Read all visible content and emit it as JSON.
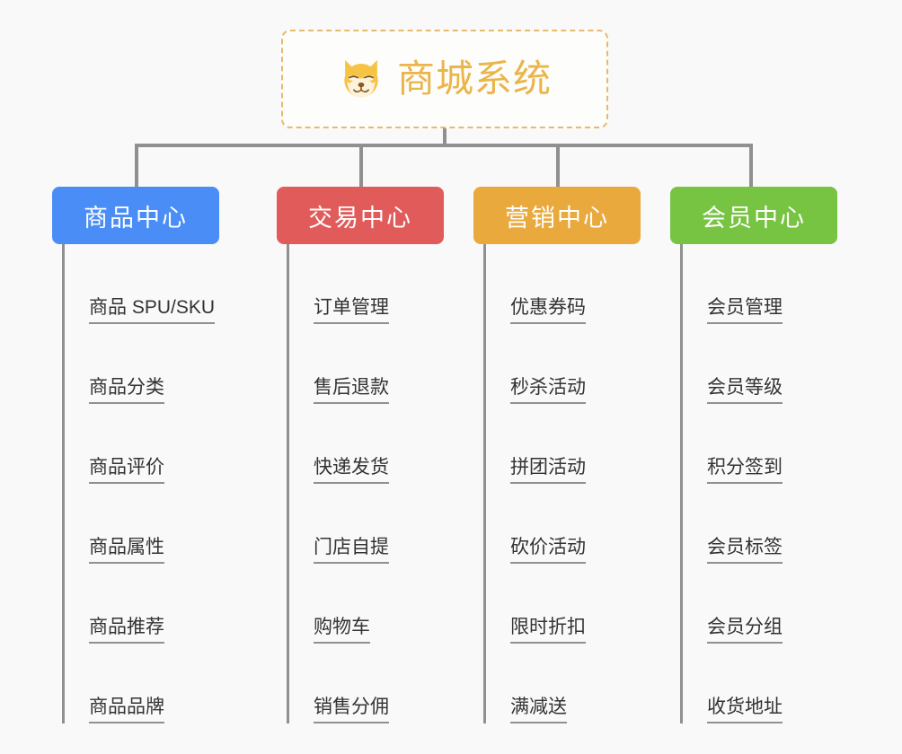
{
  "background_color": "#f9f9f9",
  "connector_color": "#909090",
  "root": {
    "title": "商城系统",
    "icon": "shiba-dog-face-icon",
    "text_color": "#eab54a",
    "border_color": "#e9b96e",
    "border_style": "dashed"
  },
  "branches": [
    {
      "label": "商品中心",
      "color": "#4a8df6",
      "items": [
        "商品 SPU/SKU",
        "商品分类",
        "商品评价",
        "商品属性",
        "商品推荐",
        "商品品牌"
      ]
    },
    {
      "label": "交易中心",
      "color": "#e25b5b",
      "items": [
        "订单管理",
        "售后退款",
        "快递发货",
        "门店自提",
        "购物车",
        "销售分佣"
      ]
    },
    {
      "label": "营销中心",
      "color": "#eaa93c",
      "items": [
        "优惠券码",
        "秒杀活动",
        "拼团活动",
        "砍价活动",
        "限时折扣",
        "满减送"
      ]
    },
    {
      "label": "会员中心",
      "color": "#77c342",
      "items": [
        "会员管理",
        "会员等级",
        "积分签到",
        "会员标签",
        "会员分组",
        "收货地址"
      ]
    }
  ]
}
